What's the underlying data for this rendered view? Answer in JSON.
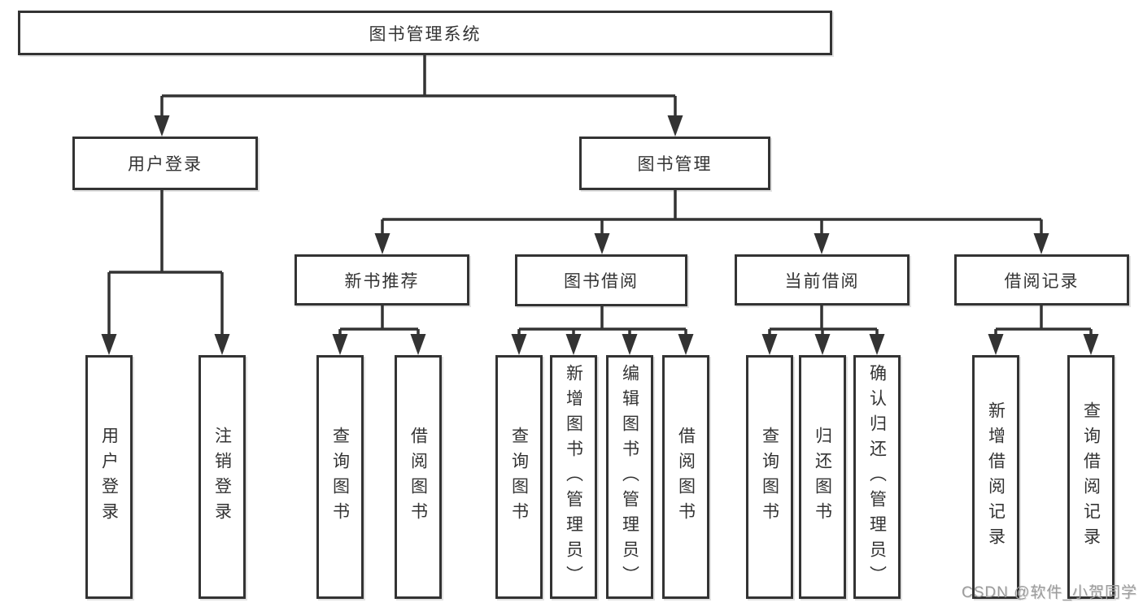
{
  "tree": {
    "root": {
      "label": "图书管理系统"
    },
    "branches": [
      {
        "label": "用户登录",
        "children": [
          {
            "label": "用户登录"
          },
          {
            "label": "注销登录"
          }
        ]
      },
      {
        "label": "图书管理",
        "children": [
          {
            "label": "新书推荐",
            "children": [
              {
                "label": "查询图书"
              },
              {
                "label": "借阅图书"
              }
            ]
          },
          {
            "label": "图书借阅",
            "children": [
              {
                "label": "查询图书"
              },
              {
                "label": "新增图书（管理员）"
              },
              {
                "label": "编辑图书（管理员）"
              },
              {
                "label": "借阅图书"
              }
            ]
          },
          {
            "label": "当前借阅",
            "children": [
              {
                "label": "查询图书"
              },
              {
                "label": "归还图书"
              },
              {
                "label": "确认归还（管理员）"
              }
            ]
          },
          {
            "label": "借阅记录",
            "children": [
              {
                "label": "新增借阅记录"
              },
              {
                "label": "查询借阅记录"
              }
            ]
          }
        ]
      }
    ]
  },
  "watermark": "CSDN @软件_小贺同学",
  "colors": {
    "line": "#333333",
    "box_border": "#333333",
    "box_background": "#ffffff",
    "text": "#333333",
    "watermark": "#9c9c9c",
    "page_background": "#ffffff"
  }
}
